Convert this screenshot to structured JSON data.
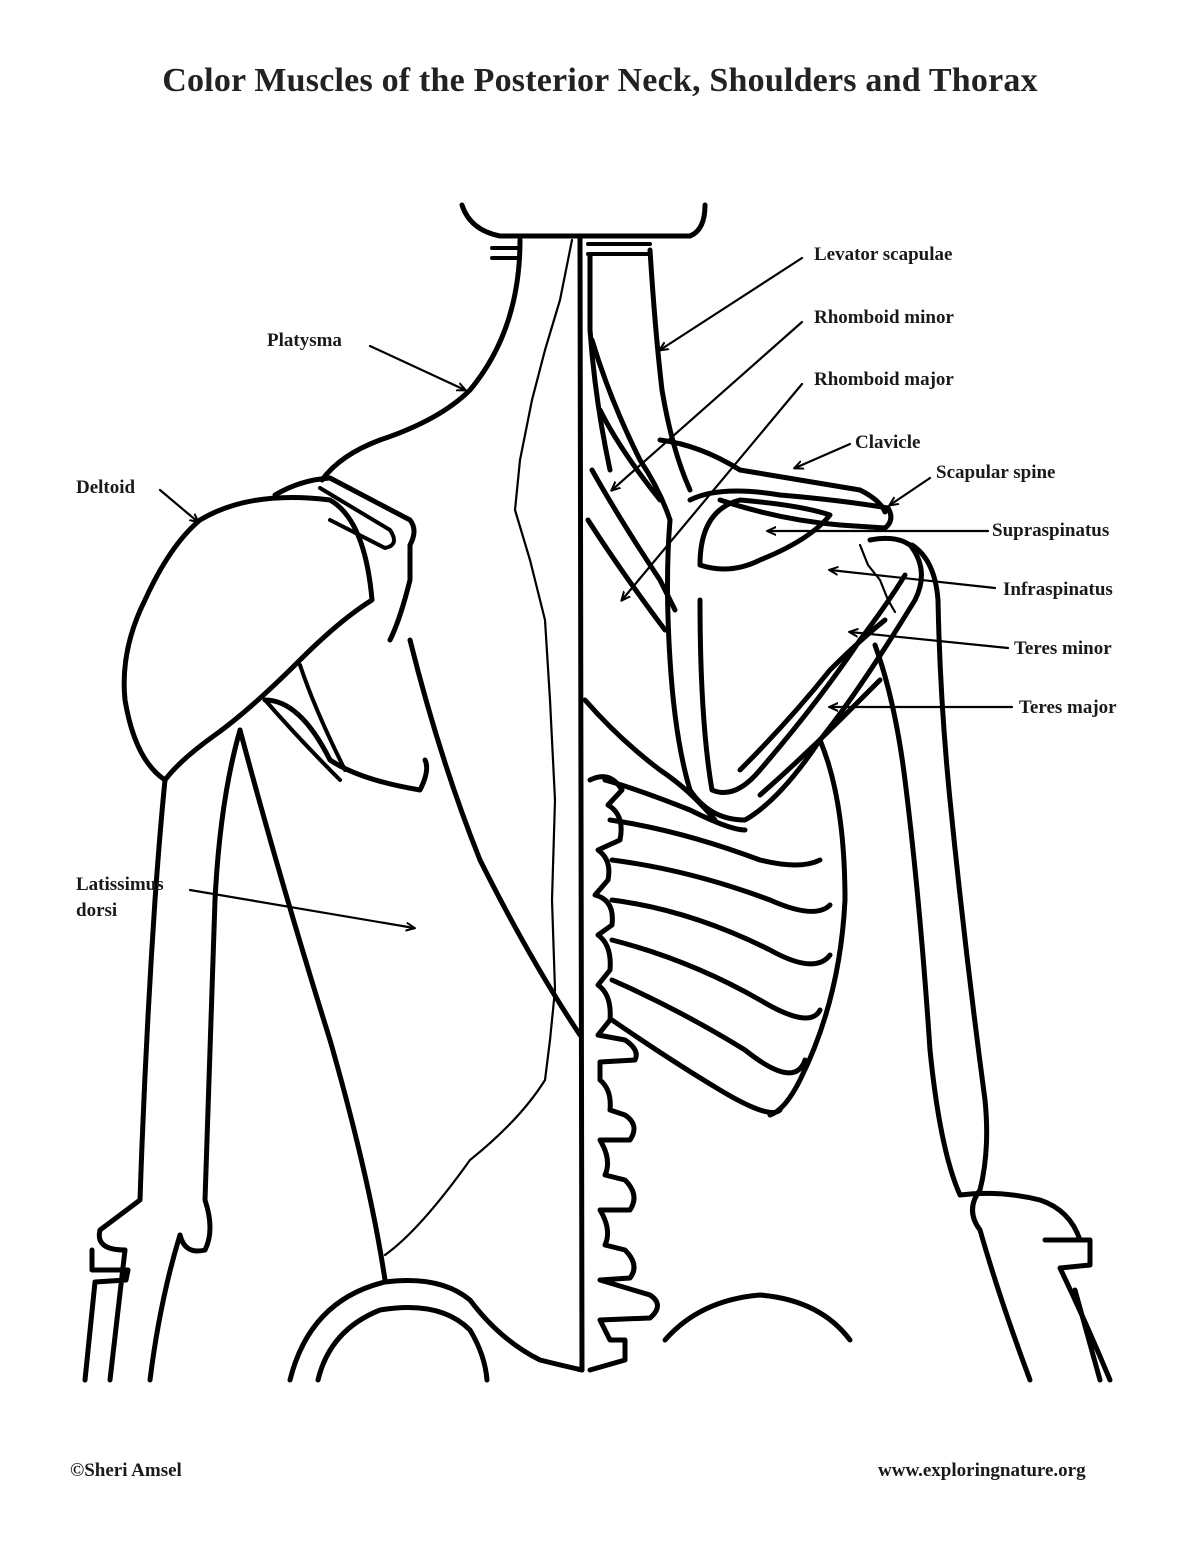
{
  "title": "Color Muscles of the Posterior Neck, Shoulders and Thorax",
  "labels": {
    "levator_scapulae": "Levator scapulae",
    "rhomboid_minor": "Rhomboid minor",
    "rhomboid_major": "Rhomboid major",
    "clavicle": "Clavicle",
    "scapular_spine": "Scapular spine",
    "supraspinatus": "Supraspinatus",
    "infraspinatus": "Infraspinatus",
    "teres_minor": "Teres minor",
    "teres_major": "Teres major",
    "platysma": "Platysma",
    "deltoid": "Deltoid",
    "latissimus_line1": "Latissimus",
    "latissimus_line2": "dorsi"
  },
  "footer": {
    "copyright": "©Sheri Amsel",
    "website": "www.exploringnature.org"
  },
  "colors": {
    "line": "#000000",
    "background": "#ffffff"
  }
}
